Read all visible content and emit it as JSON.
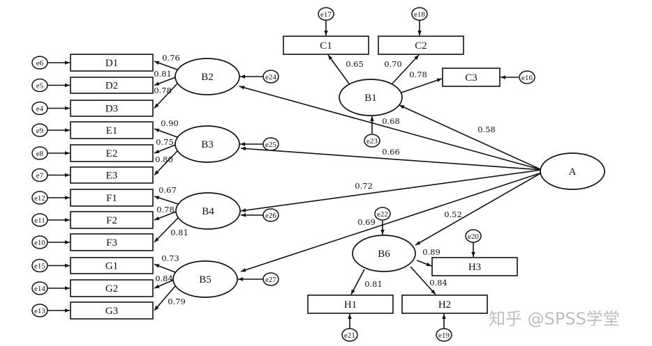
{
  "diagram": {
    "type": "structural-equation-model",
    "watermark": "知乎 @SPSS学堂",
    "latent": [
      "A",
      "B1",
      "B2",
      "B3",
      "B4",
      "B5",
      "B6"
    ],
    "indicators": {
      "B1": [
        "C1",
        "C2",
        "C3"
      ],
      "B2": [
        "D1",
        "D2",
        "D3"
      ],
      "B3": [
        "E1",
        "E2",
        "E3"
      ],
      "B4": [
        "F1",
        "F2",
        "F3"
      ],
      "B5": [
        "G1",
        "G2",
        "G3"
      ],
      "B6": [
        "H1",
        "H2",
        "H3"
      ]
    },
    "errors": {
      "D1": "e6",
      "D2": "e5",
      "D3": "e4",
      "E1": "e9",
      "E2": "e8",
      "E3": "e7",
      "F1": "e12",
      "F2": "e11",
      "F3": "e10",
      "G1": "e15",
      "G2": "e14",
      "G3": "e13",
      "C1": "e17",
      "C2": "e18",
      "C3": "e16",
      "H1": "e21",
      "H2": "e19",
      "H3": "e20",
      "B1": "e23",
      "B2": "e24",
      "B3": "e25",
      "B4": "e26",
      "B5": "e27",
      "B6": "e22"
    },
    "loadings": {
      "D1": "0.76",
      "D2": "0.81",
      "D3": "0.78",
      "E1": "0.90",
      "E2": "0.75",
      "E3": "0.80",
      "F1": "0.67",
      "F2": "0.78",
      "F3": "0.81",
      "G1": "0.73",
      "G2": "0.84",
      "G3": "0.79",
      "C1": "0.65",
      "C2": "0.70",
      "C3": "0.78",
      "H1": "0.81",
      "H2": "0.84",
      "H3": "0.89"
    },
    "paths": {
      "A_B1": "0.58",
      "A_B2": "0.68",
      "A_B3": "0.66",
      "A_B4": "0.72",
      "A_B5": "0.69",
      "A_B6": "0.52"
    }
  }
}
